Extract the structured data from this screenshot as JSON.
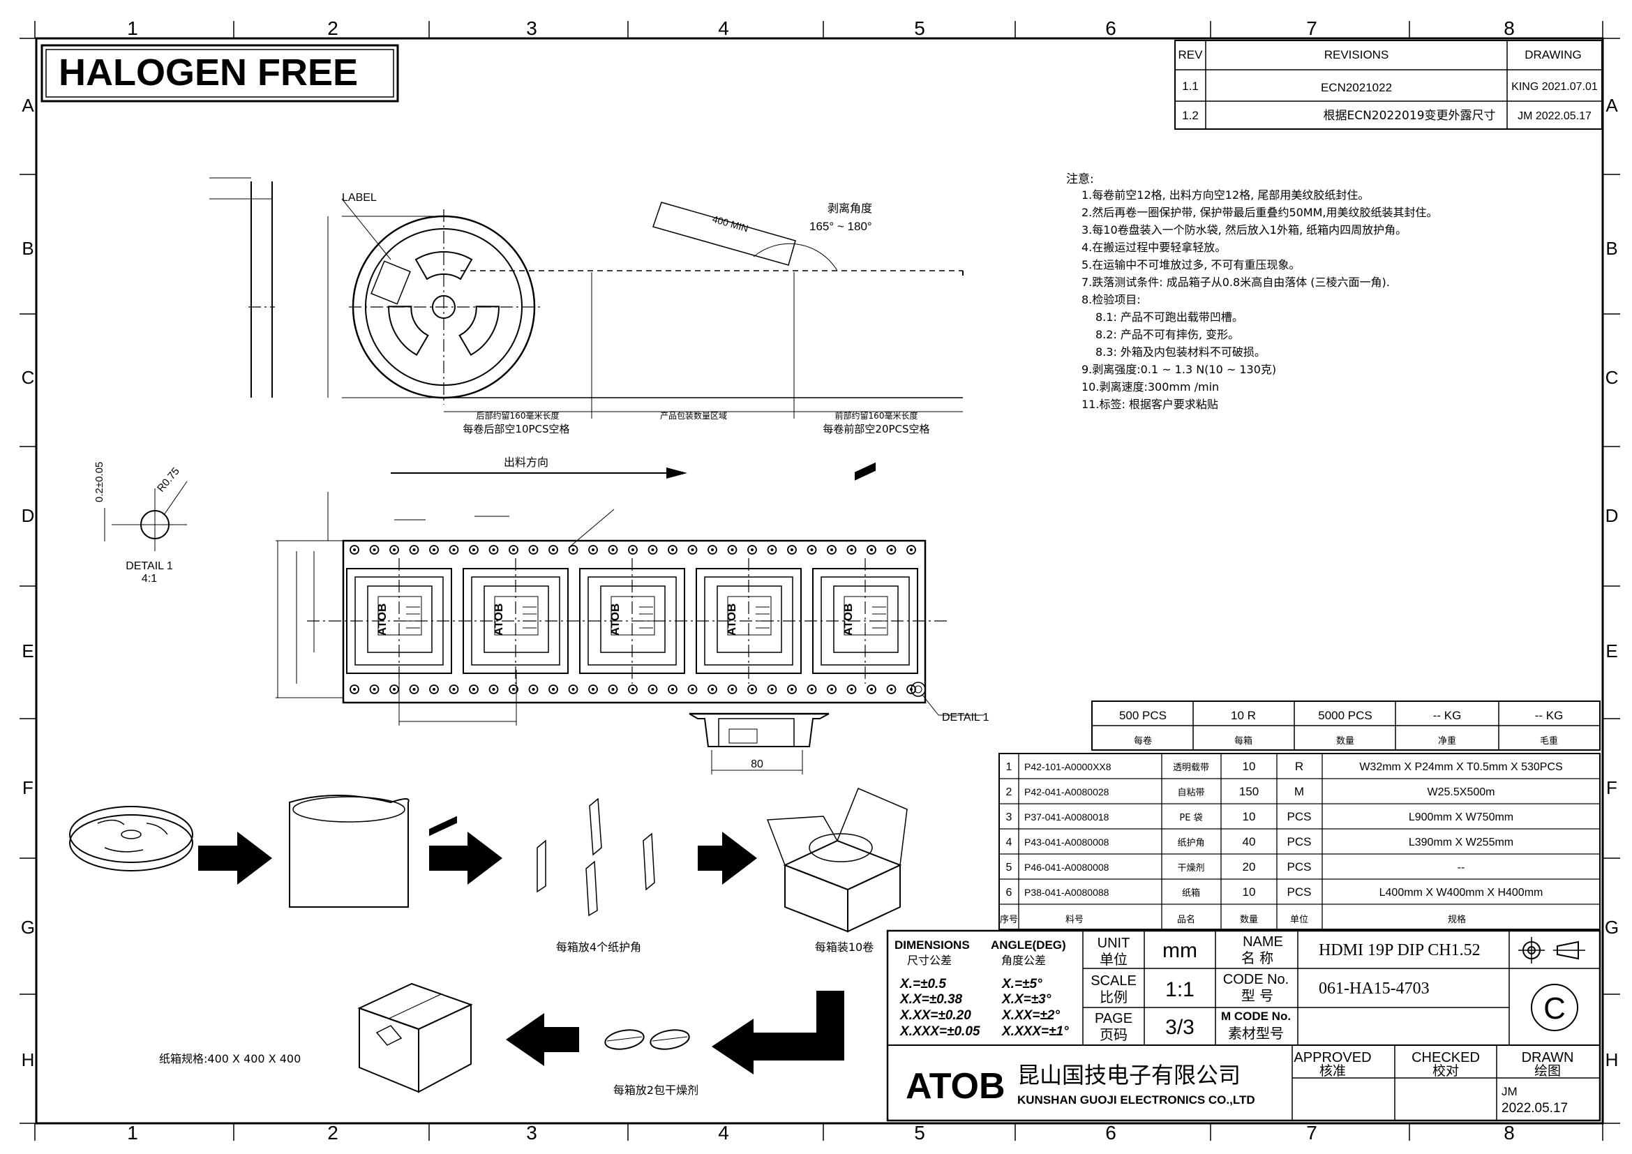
{
  "grid": {
    "columns": [
      "1",
      "2",
      "3",
      "4",
      "5",
      "6",
      "7",
      "8"
    ],
    "rows": [
      "A",
      "B",
      "C",
      "D",
      "E",
      "F",
      "G",
      "H"
    ]
  },
  "halogen_free": "HALOGEN FREE",
  "revisions": {
    "headers": [
      "REV",
      "REVISIONS",
      "DRAWING"
    ],
    "rows": [
      {
        "rev": "1.1",
        "desc": "ECN2021022",
        "drawing": "KING  2021.07.01"
      },
      {
        "rev": "1.2",
        "desc": "根据ECN2022019变更外露尺寸",
        "drawing": "JM  2022.05.17"
      }
    ]
  },
  "notes": {
    "title": "注意:",
    "items": [
      "1.每卷前空12格, 出料方向空12格, 尾部用美纹胶纸封住。",
      "2.然后再卷一圈保护带, 保护带最后重叠约50MM,用美纹胶纸装其封住。",
      "3.每10卷盘装入一个防水袋, 然后放入1外箱, 纸箱内四周放护角。",
      "4.在搬运过程中要轻拿轻放。",
      "5.在运输中不可堆放过多, 不可有重压现象。",
      "7.跌落测试条件: 成品箱子从0.8米高自由落体 (三棱六面一角).",
      "8.检验项目:",
      "8.1: 产品不可跑出载带凹槽。",
      "8.2: 产品不可有摔伤, 变形。",
      "8.3: 外箱及内包装材料不可破损。",
      "9.剥离强度:0.1 ~ 1.3 N(10 ~ 130克)",
      "10.剥离速度:300mm /min",
      "11.标签: 根据客户要求粘贴"
    ]
  },
  "reel": {
    "label": "LABEL",
    "peel_angle_title": "剥离角度",
    "peel_angle": "165° ~ 180°",
    "min_length": "400 MIN",
    "segment_labels": [
      "后部约留160毫米长度",
      "产品包装数量区域",
      "前部约留160毫米长度"
    ],
    "segment_notes": [
      "每卷后部空10PCS空格",
      "每卷前部空20PCS空格"
    ],
    "feed_direction": "出料方向"
  },
  "detail": {
    "dim_a": "0.2±0.05",
    "dim_r": "R0.75",
    "title": "DETAIL  1",
    "scale": "4:1",
    "callout": "DETAIL  1"
  },
  "tape": {
    "brand_mark": "ATOB",
    "pocket_count": 5,
    "width_dim": "80"
  },
  "process": {
    "caption_corners": "每箱放4个纸护角",
    "caption_box": "每箱装10卷",
    "caption_desiccant": "每箱放2包干燥剂",
    "carton_spec": "纸箱规格:400 X 400 X 400"
  },
  "packing_summary": {
    "values": [
      "500  PCS",
      "10  R",
      "5000  PCS",
      "--  KG",
      "--  KG"
    ],
    "labels": [
      "每卷",
      "每箱",
      "数量",
      "净重",
      "毛重"
    ]
  },
  "bom": {
    "rows": [
      {
        "no": "1",
        "part": "P42-101-A0000XX8",
        "name": "透明载带",
        "qty": "10",
        "unit": "R",
        "spec": "W32mm  X  P24mm  X  T0.5mm  X  530PCS"
      },
      {
        "no": "2",
        "part": "P42-041-A0080028",
        "name": "自粘带",
        "qty": "150",
        "unit": "M",
        "spec": "W25.5X500m"
      },
      {
        "no": "3",
        "part": "P37-041-A0080018",
        "name": "PE 袋",
        "qty": "10",
        "unit": "PCS",
        "spec": "L900mm  X  W750mm"
      },
      {
        "no": "4",
        "part": "P43-041-A0080008",
        "name": "纸护角",
        "qty": "40",
        "unit": "PCS",
        "spec": "L390mm  X  W255mm"
      },
      {
        "no": "5",
        "part": "P46-041-A0080008",
        "name": "干燥剂",
        "qty": "20",
        "unit": "PCS",
        "spec": "--"
      },
      {
        "no": "6",
        "part": "P38-041-A0080088",
        "name": "纸箱",
        "qty": "10",
        "unit": "PCS",
        "spec": "L400mm  X  W400mm  X  H400mm"
      }
    ],
    "headers": [
      "序号",
      "料号",
      "品名",
      "数量",
      "单位",
      "规格"
    ]
  },
  "title_block": {
    "dimensions_label": "DIMENSIONS",
    "dimensions_cn": "尺寸公差",
    "angle_label": "ANGLE(DEG)",
    "angle_cn": "角度公差",
    "tolerances": [
      "X.=±0.5",
      "X.X=±0.38",
      "X.XX=±0.20",
      "X.XXX=±0.05"
    ],
    "angle_tolerances": [
      "X.=±5°",
      "X.X=±3°",
      "X.XX=±2°",
      "X.XXX=±1°"
    ],
    "unit_label": "UNIT",
    "unit_cn": "单位",
    "unit_value": "mm",
    "scale_label": "SCALE",
    "scale_cn": "比例",
    "scale_value": "1:1",
    "page_label": "PAGE",
    "page_cn": "页码",
    "page_value": "3/3",
    "name_label": "NAME",
    "name_cn": "名    称",
    "name_value": "HDMI 19P DIP CH1.52",
    "code_label": "CODE No.",
    "code_cn": "型    号",
    "code_value": "061-HA15-4703",
    "mcode_label": "M CODE No.",
    "mcode_cn": "素材型号",
    "mcode_value": "",
    "copyright": "C",
    "company_logo": "ATOB",
    "company_cn": "昆山国技电子有限公司",
    "company_en": "KUNSHAN  GUOJI  ELECTRONICS  CO.,LTD",
    "approved_label": "APPROVED",
    "approved_cn": "核准",
    "checked_label": "CHECKED",
    "checked_cn": "校对",
    "drawn_label": "DRAWN",
    "drawn_cn": "绘图",
    "drawn_by": "JM",
    "drawn_date": "2022.05.17"
  }
}
